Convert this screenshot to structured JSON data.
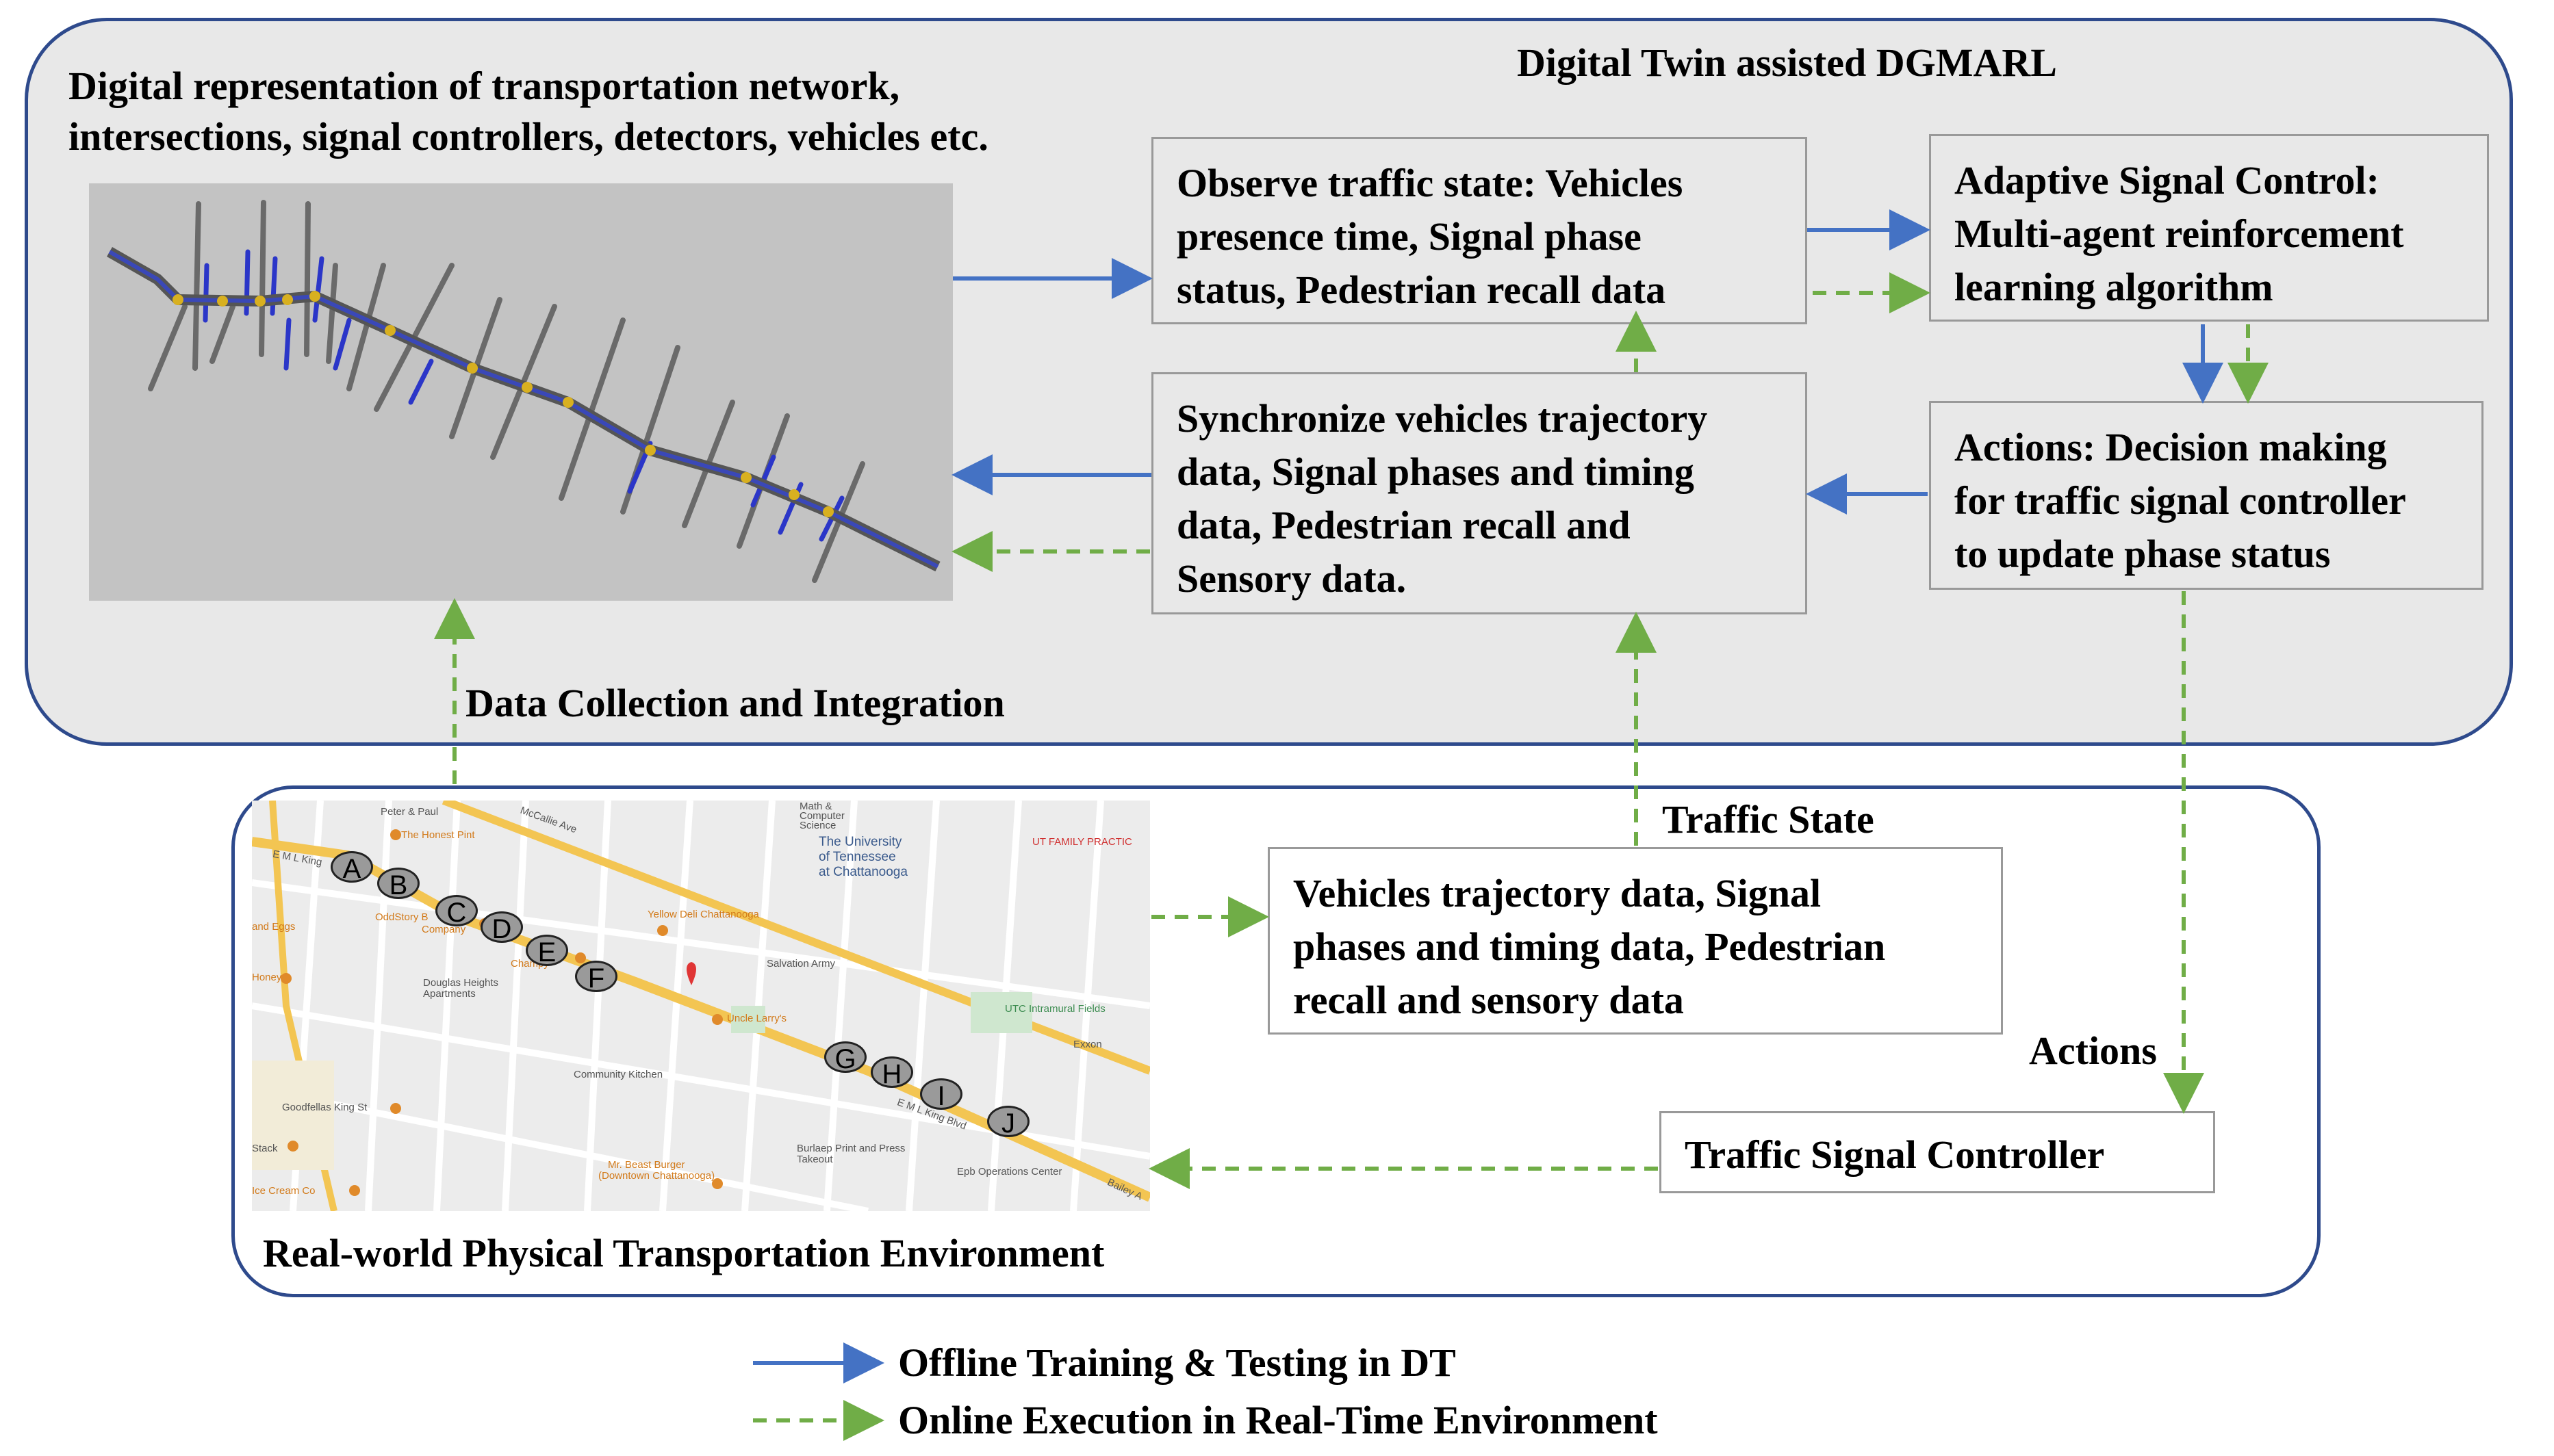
{
  "digital_twin": {
    "title": "Digital Twin assisted DGMARL",
    "network_caption_line1": "Digital representation of transportation network,",
    "network_caption_line2": "intersections, signal controllers, detectors, vehicles etc.",
    "observe_box": [
      "Observe traffic state: Vehicles",
      "presence time, Signal phase",
      "status, Pedestrian recall data"
    ],
    "adaptive_box": [
      "Adaptive Signal Control:",
      "Multi-agent reinforcement",
      "learning algorithm"
    ],
    "synchronize_box": [
      "Synchronize vehicles trajectory",
      "data, Signal phases and timing",
      "data, Pedestrian recall and",
      "Sensory data."
    ],
    "actions_box": [
      "Actions: Decision making",
      "for traffic signal controller",
      "to update phase status"
    ],
    "data_collection_label": "Data Collection and Integration"
  },
  "physical_env": {
    "title": "Real-world Physical Transportation Environment",
    "traffic_state_label": "Traffic State",
    "traffic_state_box": [
      "Vehicles trajectory data, Signal",
      "phases and timing data, Pedestrian",
      "recall and sensory data"
    ],
    "actions_label": "Actions",
    "controller_box": "Traffic Signal Controller"
  },
  "map": {
    "intersections": [
      "A",
      "B",
      "C",
      "D",
      "E",
      "F",
      "G",
      "H",
      "I",
      "J"
    ],
    "labels": {
      "peter_paul": "Peter & Paul",
      "mccallie": "McCallie Ave",
      "honest_pint": "The Honest Pint",
      "utc_line1": "The University",
      "utc_line2": "of Tennessee",
      "utc_line3": "at Chattanooga",
      "math_line1": "Math &",
      "math_line2": "Computer",
      "math_line3": "Science",
      "ut_family": "UT FAMILY PRACTIC",
      "eml_king": "E M L King",
      "oddstory": "OddStory B",
      "company": "Company",
      "yellow_deli": "Yellow Deli Chattanooga",
      "salvation_army": "Salvation Army",
      "champy": "Champy",
      "douglas_line1": "Douglas Heights",
      "douglas_line2": "Apartments",
      "honey": "Honey",
      "and_eggs": "and Eggs",
      "uncle_larrys": "Uncle Larry's",
      "utc_fields": "UTC Intramural Fields",
      "exxon": "Exxon",
      "community_kitchen": "Community Kitchen",
      "goodfellas": "Goodfellas King St",
      "stack": "Stack",
      "burlaep": "Burlaep Print and Press",
      "takeout": "Takeout",
      "mr_beast_line1": "Mr. Beast Burger",
      "mr_beast_line2": "(Downtown Chattanooga)",
      "epb": "Epb Operations Center",
      "ice_cream": "Ice Cream Co",
      "eml_king_blvd": "E M L King Blvd",
      "bailey": "Bailey A"
    }
  },
  "legend": {
    "offline": "Offline Training & Testing in DT",
    "online": "Online Execution in Real-Time Environment"
  },
  "colors": {
    "offline_arrow": "#4472c4",
    "online_arrow": "#70ad47",
    "frame": "#2e4a8c",
    "panel": "#e8e8e8",
    "box_border": "#999999"
  }
}
